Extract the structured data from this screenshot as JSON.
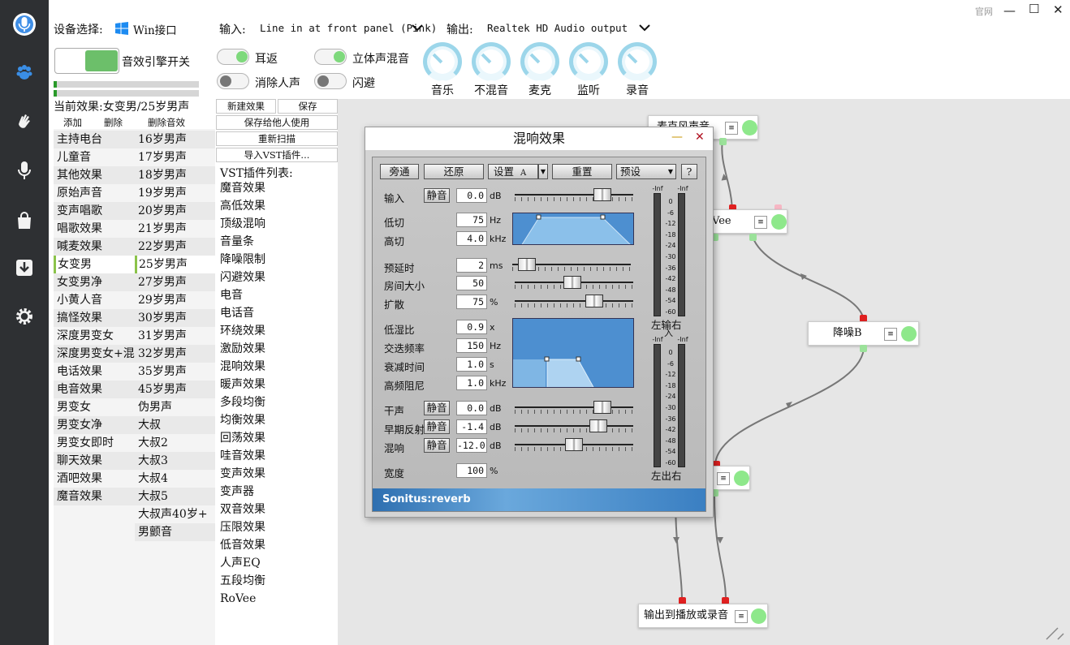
{
  "window": {
    "official_label": "官网",
    "min": "—",
    "max": "☐",
    "close": "✕"
  },
  "device": {
    "label": "设备选择:",
    "value": "Win接口"
  },
  "input": {
    "label": "输入:",
    "value": "Line in at front panel (Pink)"
  },
  "output": {
    "label": "输出:",
    "value": "Realtek HD Audio output"
  },
  "engine": {
    "label": "音效引擎开关"
  },
  "toggles": [
    {
      "label": "耳返",
      "on": true
    },
    {
      "label": "立体声混音",
      "on": true
    },
    {
      "label": "消除人声",
      "on": false
    },
    {
      "label": "闪避",
      "on": false
    }
  ],
  "dials": [
    "音乐",
    "不混音",
    "麦克",
    "监听",
    "录音"
  ],
  "current_effect": "当前效果:女变男/25岁男声",
  "actions": {
    "add": "添加",
    "delete": "删除",
    "delete_effect": "删除音效"
  },
  "list1": [
    "主持电台",
    "儿童音",
    "其他效果",
    "原始声音",
    "变声唱歌",
    "唱歌效果",
    "喊麦效果",
    "女变男",
    "女变男净",
    "小黄人音",
    "搞怪效果",
    "深度男变女",
    "深度男变女+混响",
    "电话效果",
    "电音效果",
    "男变女",
    "男变女净",
    "男变女即时",
    "聊天效果",
    "酒吧效果",
    "魔音效果"
  ],
  "list2": [
    "16岁男声",
    "17岁男声",
    "18岁男声",
    "19岁男声",
    "20岁男声",
    "21岁男声",
    "22岁男声",
    "25岁男声",
    "27岁男声",
    "29岁男声",
    "30岁男声",
    "31岁男声",
    "32岁男声",
    "35岁男声",
    "45岁男声",
    "伪男声",
    "大叔",
    "大叔2",
    "大叔3",
    "大叔4",
    "大叔5",
    "大叔声40岁+",
    "男颤音"
  ],
  "plugin_buttons": {
    "new": "新建效果",
    "save": "保存",
    "save_others": "保存给他人使用",
    "rescan": "重新扫描",
    "import": "导入VST插件..."
  },
  "vst": {
    "title": "VST插件列表:",
    "items": [
      "魔音效果",
      "高低效果",
      "顶级混响",
      "音量条",
      "降噪限制",
      "闪避效果",
      "电音",
      "电话音",
      "环绕效果",
      "激励效果",
      "混响效果",
      "暖声效果",
      "多段均衡",
      "均衡效果",
      "回荡效果",
      "哇音效果",
      "变声效果",
      "变声器",
      "双音效果",
      "压限效果",
      "低音效果",
      "人声EQ",
      "五段均衡",
      "RoVee"
    ]
  },
  "nodes": {
    "mic": "麦克风声音",
    "rovee": "Vee",
    "denoise": "降噪B",
    "output": "输出到播放或录音"
  },
  "reverb": {
    "title": "混响效果",
    "minimize": "—",
    "close": "✕",
    "buttons": {
      "bypass": "旁通",
      "restore": "还原",
      "settings": "设置",
      "slot": "A",
      "reset": "重置",
      "preset": "预设",
      "help": "?"
    },
    "mute": "静音",
    "params": {
      "input": {
        "label": "输入",
        "value": "0.0",
        "unit": "dB",
        "pos": 0.78
      },
      "lowcut": {
        "label": "低切",
        "value": "75",
        "unit": "Hz"
      },
      "highcut": {
        "label": "高切",
        "value": "4.0",
        "unit": "kHz"
      },
      "predelay": {
        "label": "预延时",
        "value": "2",
        "unit": "ms",
        "pos": 0.06
      },
      "roomsize": {
        "label": "房间大小",
        "value": "50",
        "unit": "",
        "pos": 0.48
      },
      "diffusion": {
        "label": "扩散",
        "value": "75",
        "unit": "%",
        "pos": 0.7
      },
      "lowmix": {
        "label": "低湿比",
        "value": "0.9",
        "unit": "x"
      },
      "crossover": {
        "label": "交迭频率",
        "value": "150",
        "unit": "Hz"
      },
      "decay": {
        "label": "衰减时间",
        "value": "1.0",
        "unit": "s"
      },
      "hfdamp": {
        "label": "高频阻尼",
        "value": "1.0",
        "unit": "kHz"
      },
      "dry": {
        "label": "干声",
        "value": "0.0",
        "unit": "dB",
        "pos": 0.78
      },
      "early": {
        "label": "早期反射",
        "value": "-1.4",
        "unit": "dB",
        "pos": 0.74
      },
      "reverb": {
        "label": "混响",
        "value": "-12.0",
        "unit": "dB",
        "pos": 0.5
      },
      "width": {
        "label": "宽度",
        "value": "100",
        "unit": "%"
      }
    },
    "meter_in": {
      "label": "左输右",
      "sub": "入",
      "top": "-Inf"
    },
    "meter_out": {
      "label": "左出右",
      "top": "-Inf"
    },
    "scale": [
      "0",
      "-6",
      "-12",
      "-18",
      "-24",
      "-30",
      "-36",
      "-42",
      "-48",
      "-54",
      "-60"
    ],
    "brand": "Sonitus:reverb"
  }
}
